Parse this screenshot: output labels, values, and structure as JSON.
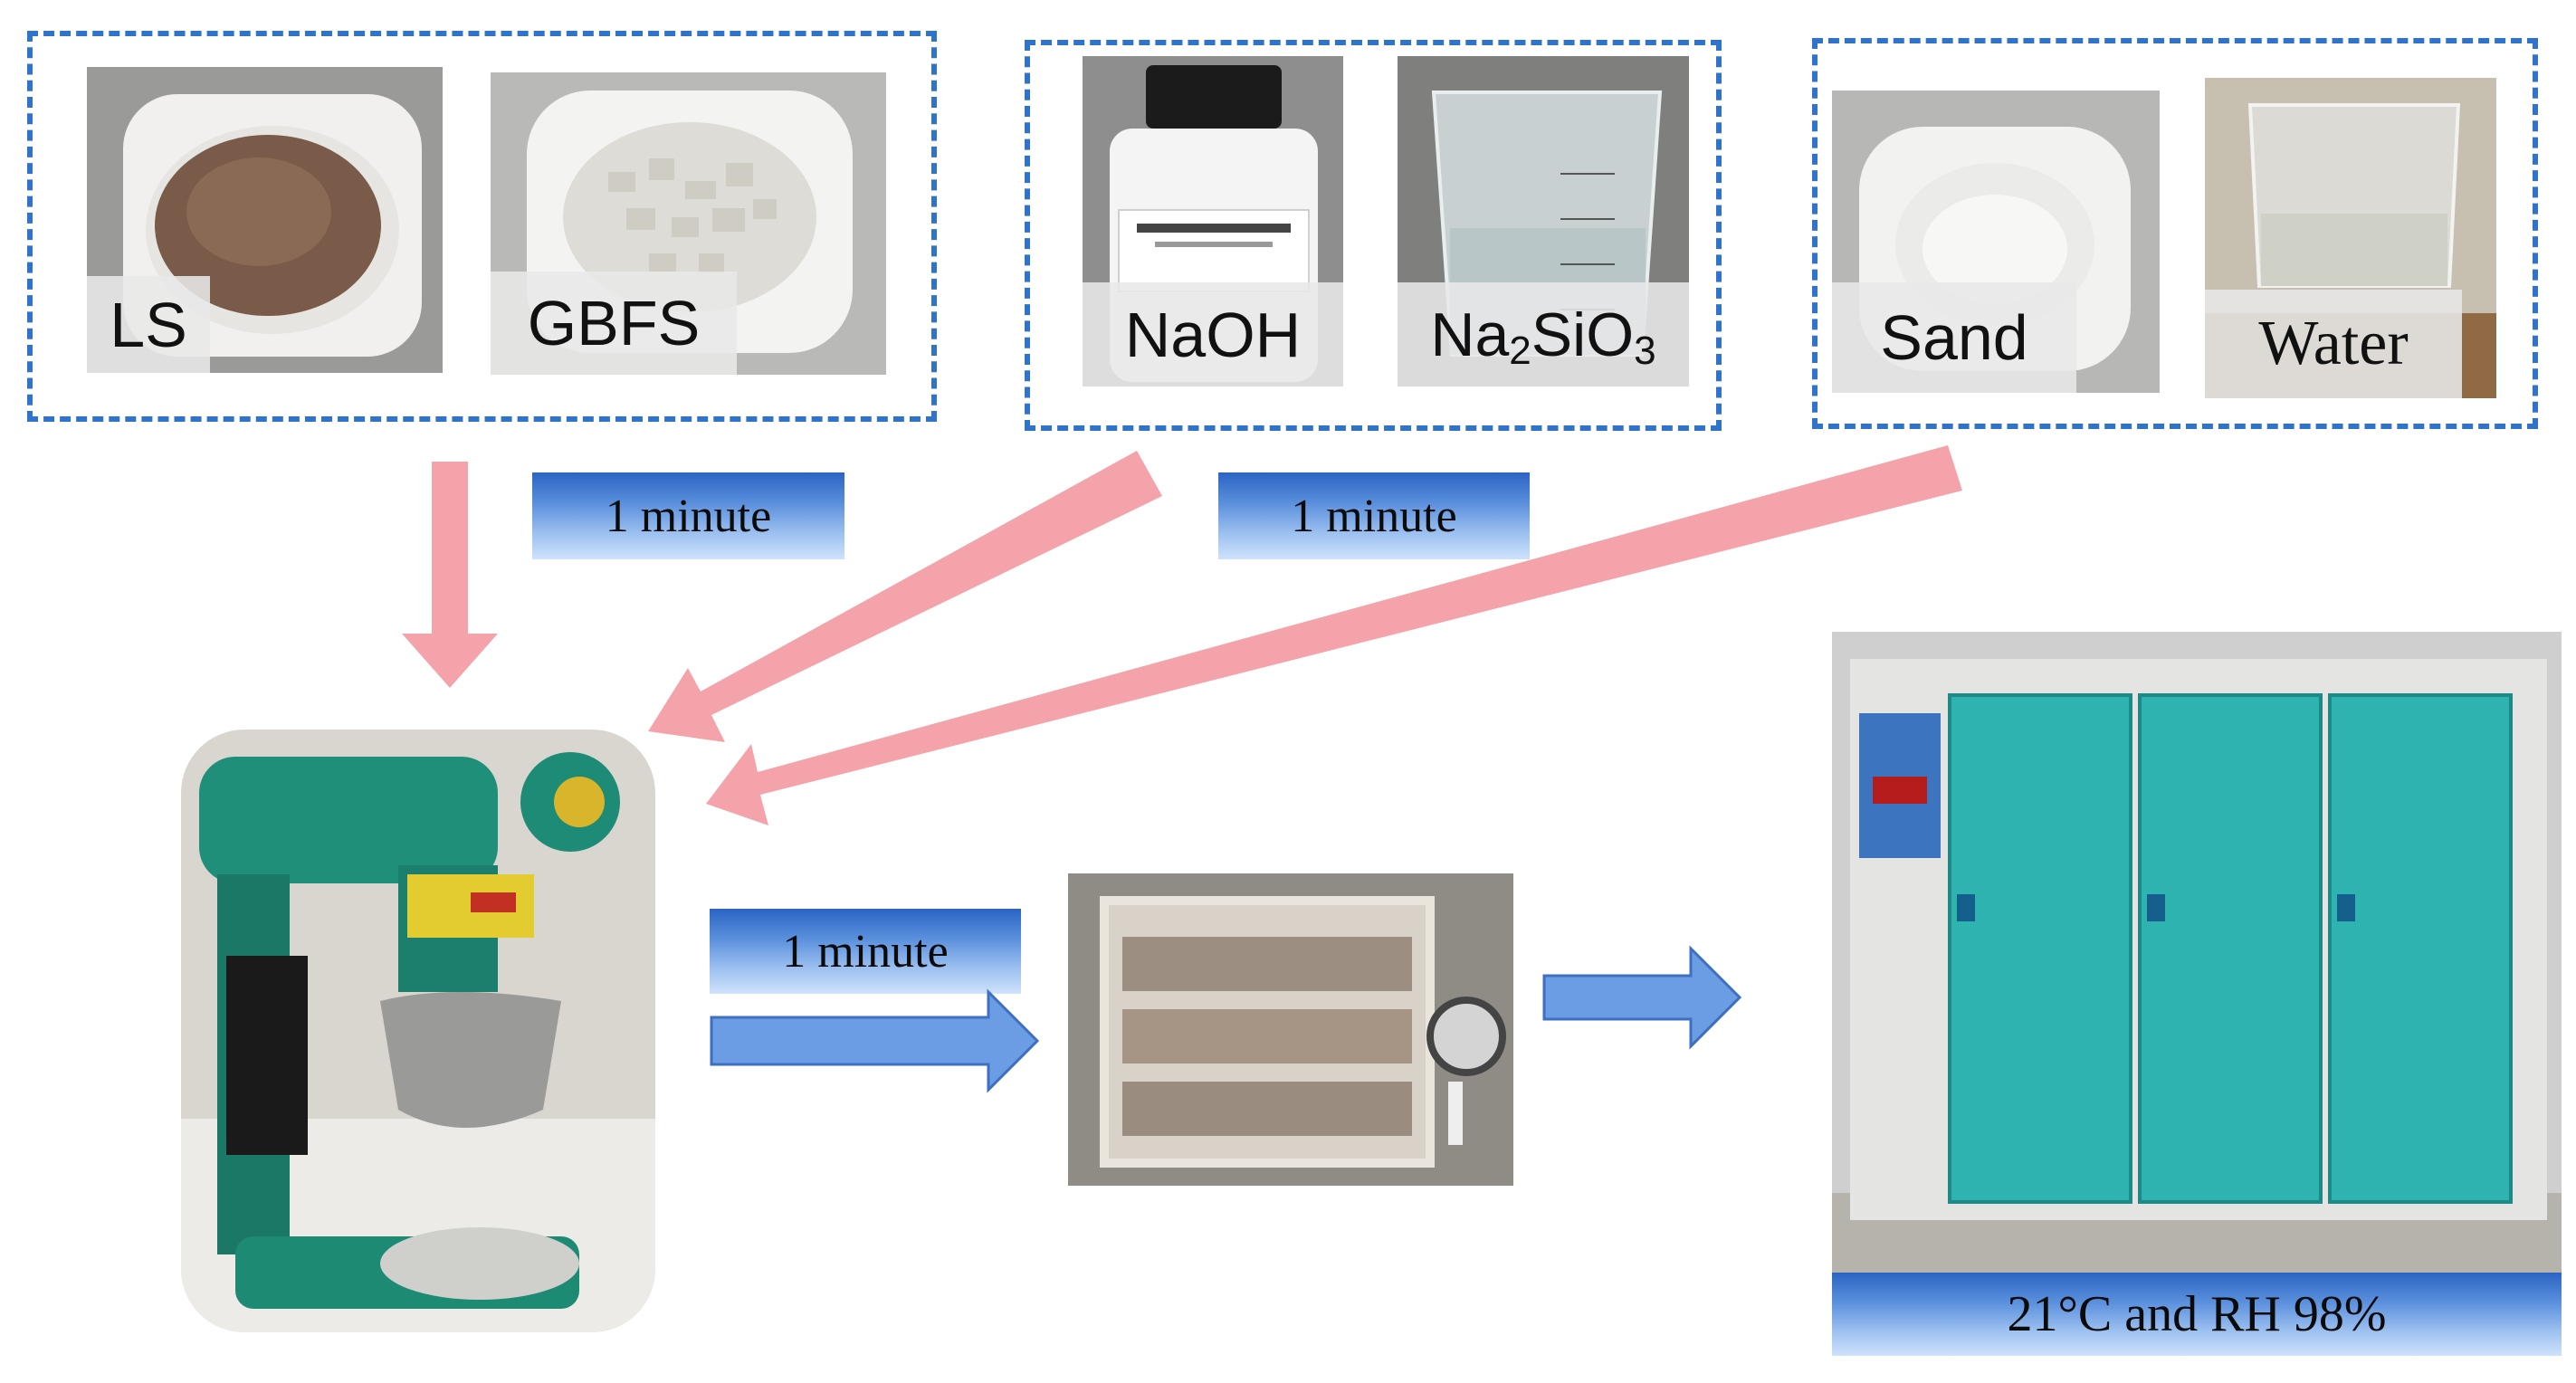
{
  "materials": {
    "ls": "LS",
    "gbfs": "GBFS",
    "naoh": "NaOH",
    "na2sio3_main": "Na",
    "na2sio3_sub1": "2",
    "na2sio3_mid": "SiO",
    "na2sio3_sub2": "3",
    "sand": "Sand",
    "water": "Water"
  },
  "steps": {
    "mix_time_1": "1 minute",
    "mix_time_2": "1 minute",
    "mix_time_3": "1 minute"
  },
  "curing": {
    "condition": "21°C and RH 98%"
  },
  "colors": {
    "dashed_border": "#2f74c9",
    "pink_arrow": "#f4a3aa",
    "blue_arrow": "#5b8fdc",
    "cabinet": "#2fb3b0"
  },
  "icons": {
    "mixer": "mixer-photo",
    "mold": "mold-photo",
    "curing_cabinet": "curing-cabinet-photo"
  }
}
